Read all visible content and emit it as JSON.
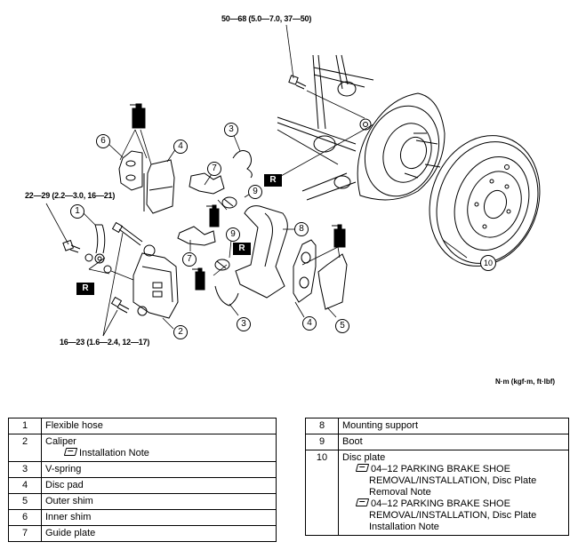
{
  "diagram": {
    "title": "Rear disc brake exploded view",
    "torque_specs": [
      {
        "id": "hub-bolt",
        "text": "50—68 (5.0—7.0, 37—50)"
      },
      {
        "id": "hose-bolt",
        "text": "22—29 (2.2—3.0, 16—21)"
      },
      {
        "id": "caliper-bolt",
        "text": "16—23 (1.6—2.4, 12—17)"
      }
    ],
    "units_label": "N·m (kgf·m, ft·lbf)",
    "replace_badge": "R",
    "callouts": [
      "1",
      "2",
      "3",
      "3",
      "4",
      "4",
      "5",
      "6",
      "7",
      "7",
      "8",
      "9",
      "9",
      "10"
    ],
    "icons": {
      "grease": "grease-tube-icon",
      "note": "reference-note-icon",
      "replace": "replace-part-badge"
    }
  },
  "parts_table_left": [
    {
      "num": "1",
      "name": "Flexible hose",
      "notes": []
    },
    {
      "num": "2",
      "name": "Caliper",
      "notes": [
        "Installation Note"
      ]
    },
    {
      "num": "3",
      "name": "V-spring",
      "notes": []
    },
    {
      "num": "4",
      "name": "Disc pad",
      "notes": []
    },
    {
      "num": "5",
      "name": "Outer shim",
      "notes": []
    },
    {
      "num": "6",
      "name": "Inner shim",
      "notes": []
    },
    {
      "num": "7",
      "name": "Guide plate",
      "notes": []
    }
  ],
  "parts_table_right": [
    {
      "num": "8",
      "name": "Mounting support",
      "notes": []
    },
    {
      "num": "9",
      "name": "Boot",
      "notes": []
    },
    {
      "num": "10",
      "name": "Disc plate",
      "notes": [
        "04–12 PARKING BRAKE SHOE REMOVAL/INSTALLATION, Disc Plate Removal Note",
        "04–12 PARKING BRAKE SHOE REMOVAL/INSTALLATION, Disc Plate Installation Note"
      ]
    }
  ]
}
